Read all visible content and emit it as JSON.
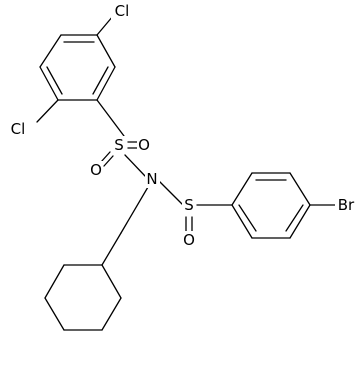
{
  "atoms": {
    "cl_top": "Cl",
    "cl_left": "Cl",
    "s_upper": "S",
    "o_upper_left": "O",
    "o_upper_right": "O",
    "n": "N",
    "s_lower": "S",
    "o_lower": "O",
    "br": "Br"
  }
}
